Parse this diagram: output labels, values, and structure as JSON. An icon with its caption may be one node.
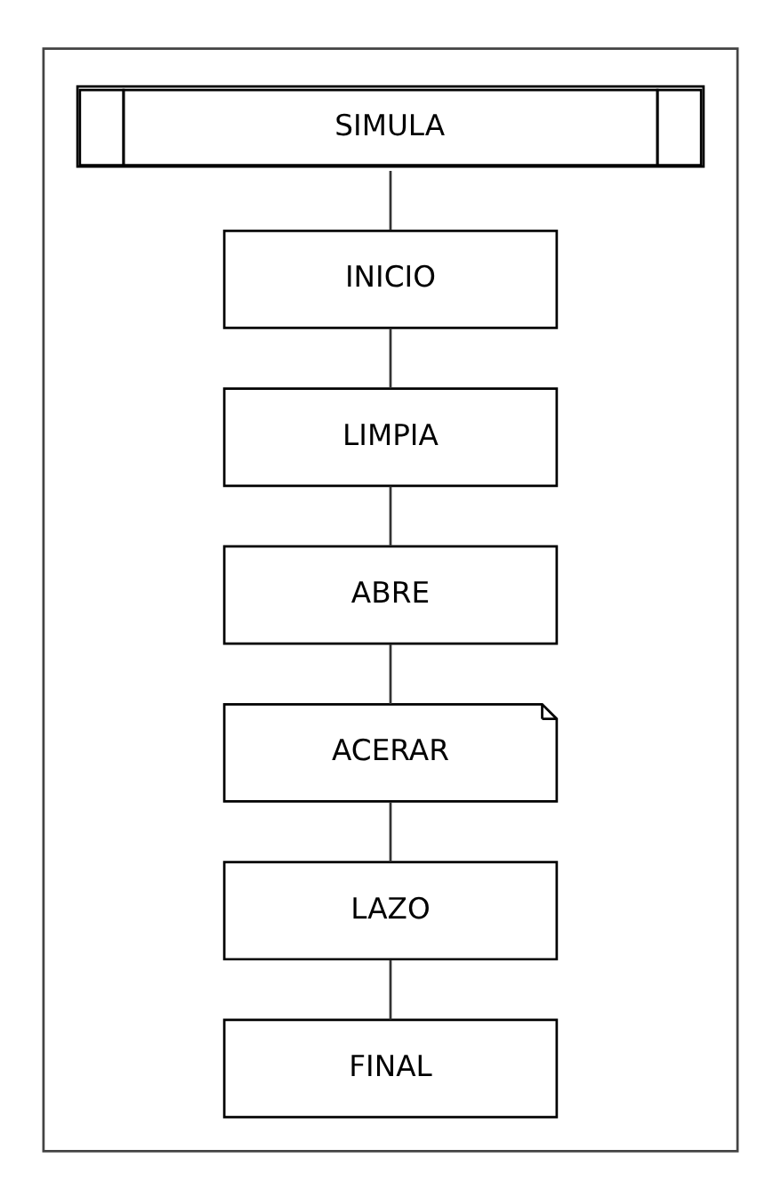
{
  "diagram": {
    "nodes": [
      {
        "text": [],
        "shape": "box"
      },
      {
        "text": [
          "SIMULA"
        ],
        "in": 0
      },
      {
        "text": [
          "INICIO"
        ],
        "in": 0
      },
      {
        "text": [
          "LIMPIA"
        ],
        "in": 0
      },
      {
        "text": [
          "ABRE"
        ],
        "in": 0
      },
      {
        "text": [
          "ACERAR"
        ],
        "in": 0
      },
      {
        "text": [
          "LAZO"
        ],
        "in": 0
      },
      {
        "text": [
          "FINAL"
        ],
        "in": 0
      }
    ],
    "edges": [
      {
        "from": 1,
        "to": 2,
        "arrow": "none"
      },
      {
        "from": 2,
        "to": 3,
        "arrow": "none"
      },
      {
        "from": 3,
        "to": 4,
        "arrow": "none"
      },
      {
        "from": 4,
        "to": 5,
        "arrow": "none"
      },
      {
        "from": 5,
        "to": 6,
        "arrow": "none"
      },
      {
        "from": 6,
        "to": 7,
        "arrow": "none"
      }
    ]
  }
}
